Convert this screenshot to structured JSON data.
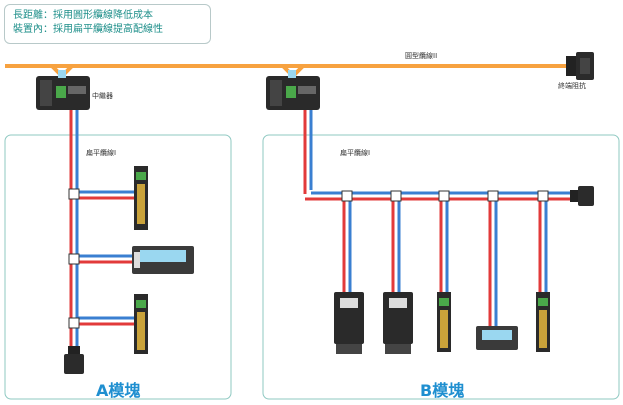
{
  "notes": {
    "line1": "長距離：採用圓形纜線降低成本",
    "line2": "裝置內：採用扁平纜線提高配線性"
  },
  "labels": {
    "round_cable": "圓型纜線II",
    "terminator": "終端阻抗",
    "repeater": "中繼器",
    "flat_cable_a": "扁平纜線I",
    "flat_cable_b": "扁平纜線I"
  },
  "modules": {
    "a_title": "A模塊",
    "b_title": "B模塊"
  },
  "colors": {
    "trunk_orange": "#f7a240",
    "wire_red": "#e23a3a",
    "wire_blue": "#3a7fd1",
    "panel_border": "#8fc9c2",
    "accent_teal": "#1e8f8a",
    "module_title": "#1f8fd0"
  }
}
